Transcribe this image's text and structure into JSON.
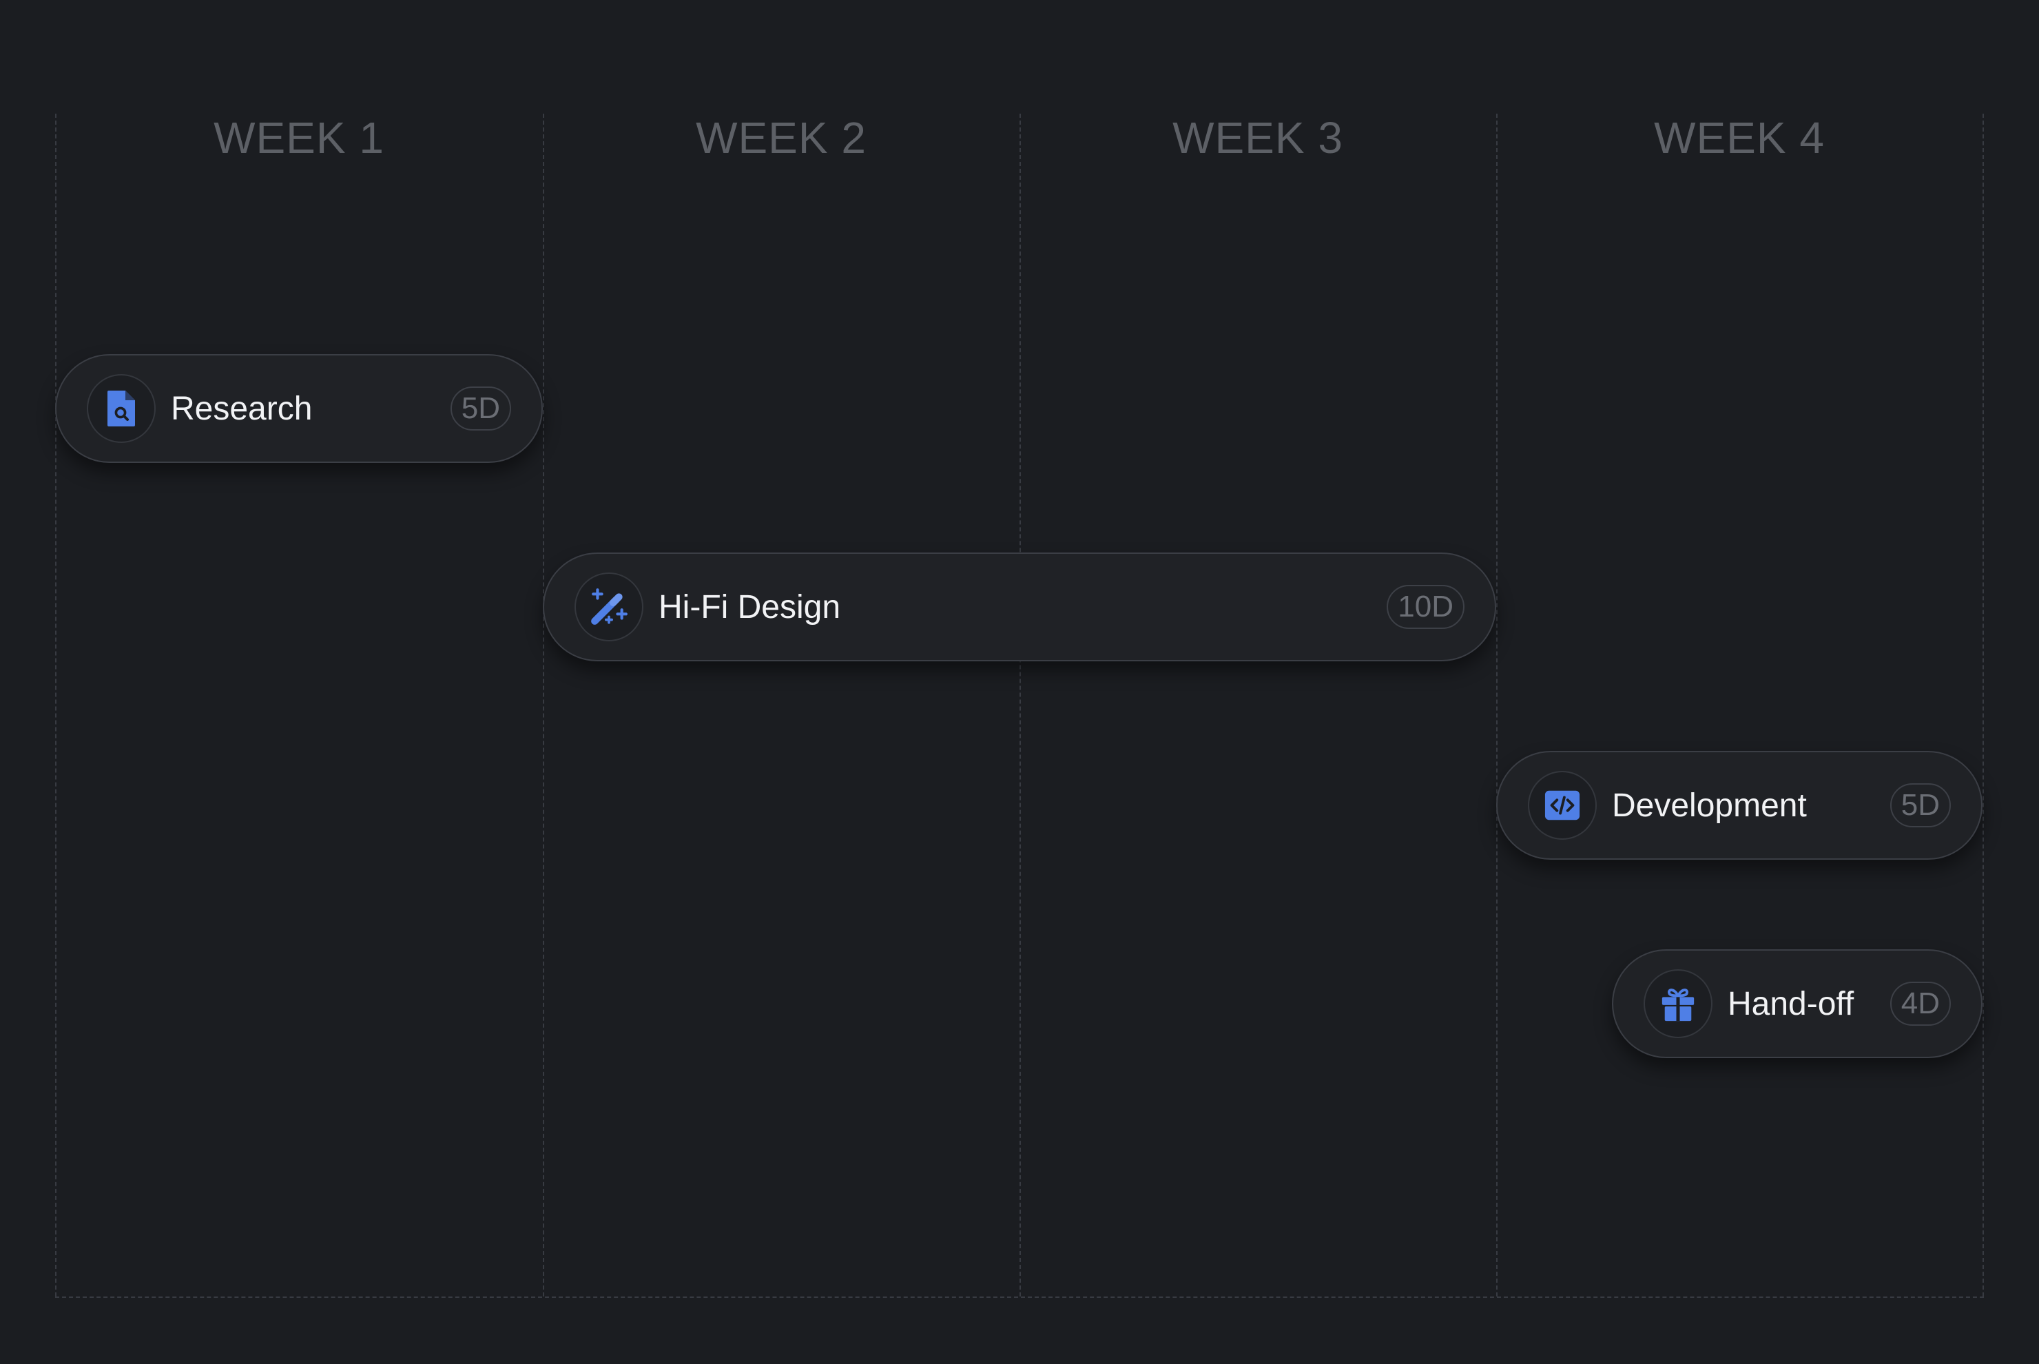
{
  "timeline": {
    "weeks": [
      {
        "label": "WEEK 1"
      },
      {
        "label": "WEEK 2"
      },
      {
        "label": "WEEK 3"
      },
      {
        "label": "WEEK 4"
      }
    ],
    "tasks": [
      {
        "label": "Research",
        "duration": "5D",
        "icon": "document-search-icon"
      },
      {
        "label": "Hi-Fi Design",
        "duration": "10D",
        "icon": "magic-wand-icon"
      },
      {
        "label": "Development",
        "duration": "5D",
        "icon": "code-icon"
      },
      {
        "label": "Hand-off",
        "duration": "4D",
        "icon": "gift-icon"
      }
    ],
    "colors": {
      "background": "#1b1d21",
      "accent": "#4f7fe6",
      "grid": "#383b42"
    }
  }
}
